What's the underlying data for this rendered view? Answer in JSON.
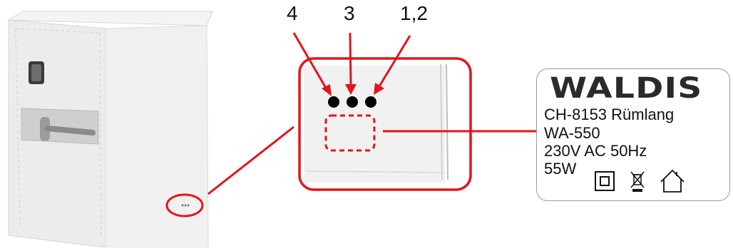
{
  "callouts": {
    "number_4": "4",
    "number_3": "3",
    "number_1_2": "1,2"
  },
  "label": {
    "brand": "WALDIS",
    "address": "CH-8153 Rümlang",
    "model": "WA-550",
    "voltage": "230V AC 50Hz",
    "power": "55W",
    "symbols": [
      "double-insulation-icon",
      "weee-crossed-bin-icon",
      "indoor-use-house-icon"
    ]
  },
  "colors": {
    "callout_red": "#e3141b",
    "safe_body": "#eeeeee",
    "led": "#000000"
  }
}
